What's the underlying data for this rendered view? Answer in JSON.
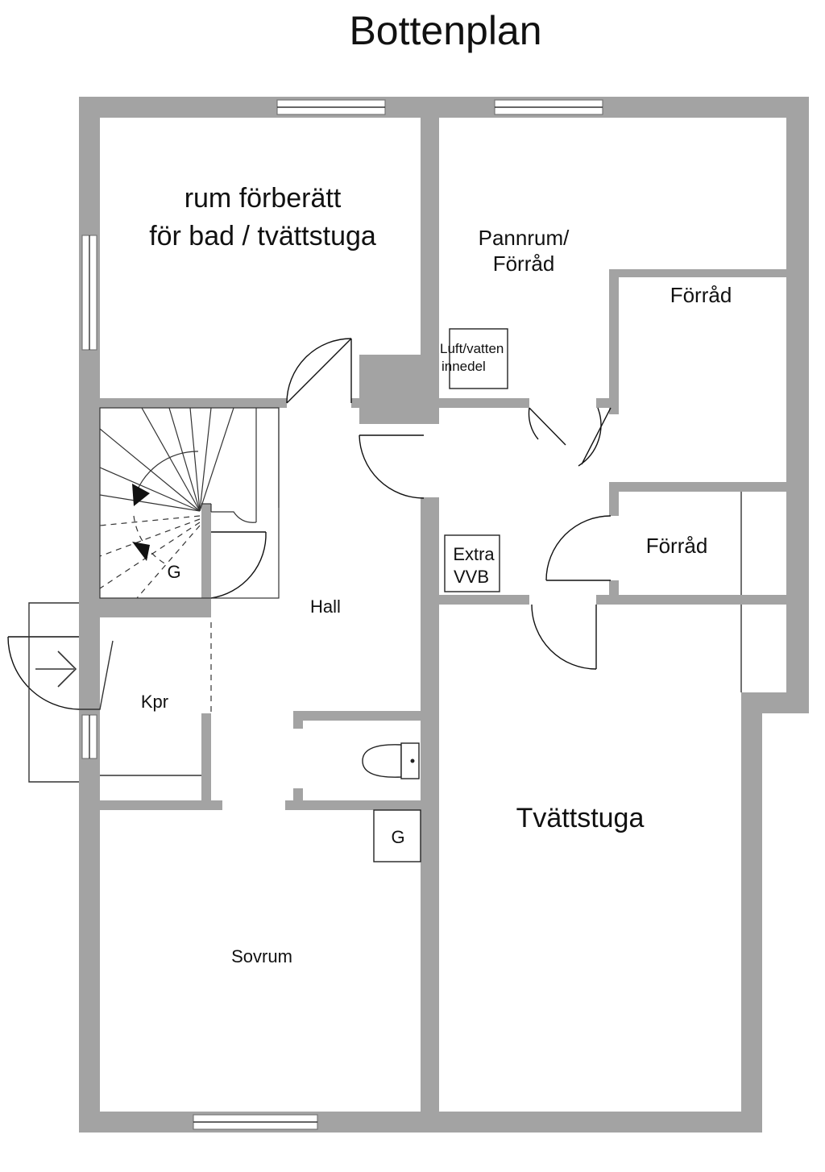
{
  "title": "Bottenplan",
  "rooms": {
    "bath": {
      "line1": "rum förberätt",
      "line2": "för bad / tvättstuga"
    },
    "boiler": {
      "line1": "Pannrum/",
      "line2": "Förråd"
    },
    "storage_top": "Förråd",
    "airwater": {
      "line1": "Luft/vatten",
      "line2": "innedel"
    },
    "storage_mid": "Förråd",
    "extra_vvb": {
      "line1": "Extra",
      "line2": "VVB"
    },
    "hall": "Hall",
    "stair_g": "G",
    "kpr": "Kpr",
    "wc_g": "G",
    "laundry": "Tvättstuga",
    "bedroom": "Sovrum"
  },
  "colors": {
    "wall": "#a3a3a3",
    "line": "#333333",
    "background": "#ffffff"
  },
  "icons": [
    "entrance-arrow-icon",
    "toilet-icon",
    "stair-direction-arrow-icon"
  ]
}
